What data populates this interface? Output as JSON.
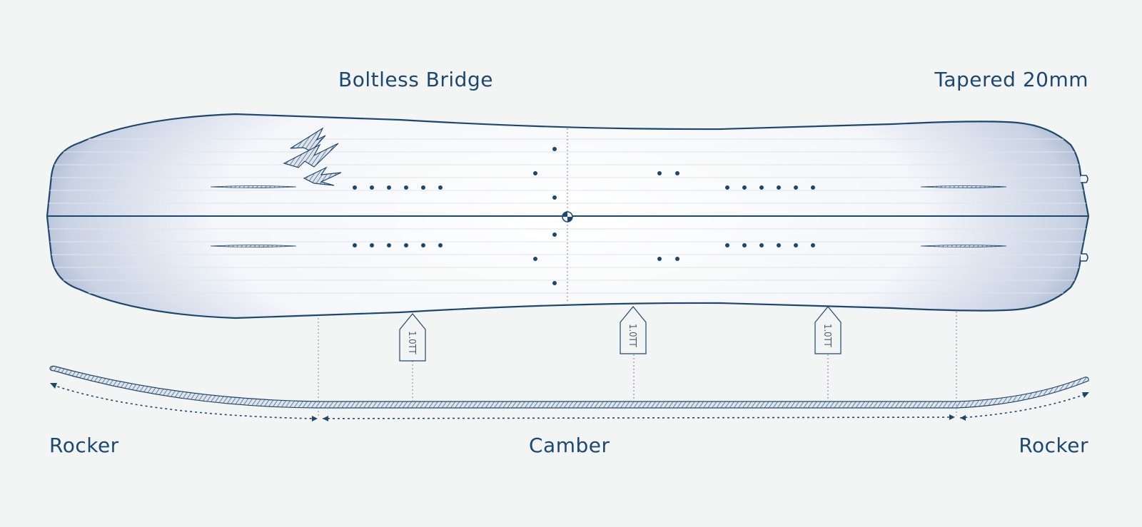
{
  "labels": {
    "boltless_bridge": "Boltless Bridge",
    "tapered": "Tapered 20mm",
    "rocker_left": "Rocker",
    "camber": "Camber",
    "rocker_right": "Rocker"
  },
  "insert_tags": [
    "1.0TT",
    "1.0TT",
    "1.0TT"
  ],
  "colors": {
    "ink": "#1c4870",
    "background": "#f3f5f5",
    "board_edge_shade": "#6a7fa5"
  },
  "icons": {
    "logo": "lightning-logo-icon",
    "center_mark": "center-crosshair-icon"
  }
}
